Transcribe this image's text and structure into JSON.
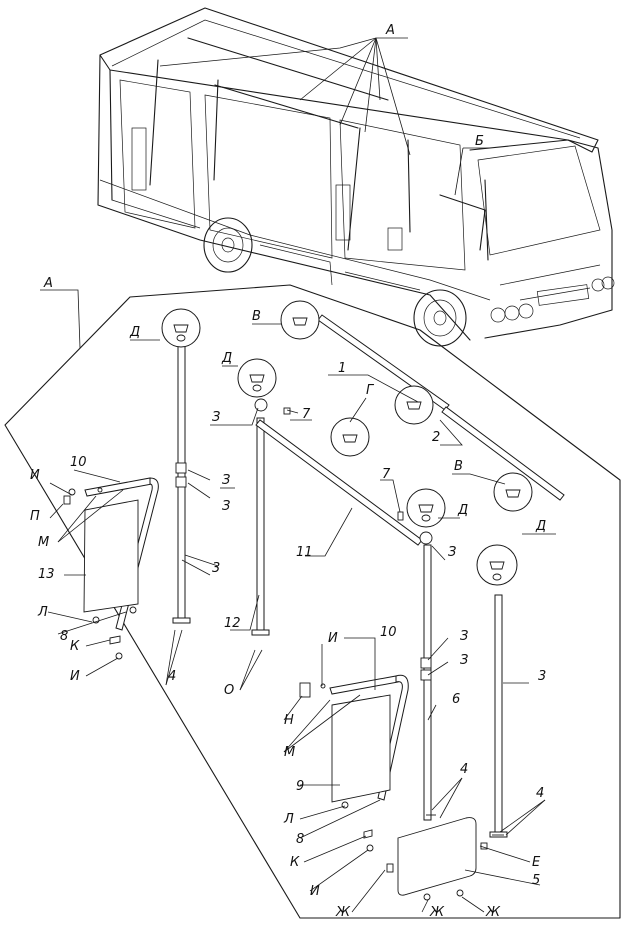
{
  "labels": {
    "A_top": "А",
    "B_top": "Б",
    "A_side": "А",
    "D1": "Д",
    "D2": "Д",
    "D3": "Д",
    "D4": "Д",
    "V1": "В",
    "V2": "В",
    "G": "Г",
    "Z1": "З",
    "Z2": "З",
    "Z3": "З",
    "Z4": "З",
    "Z5": "З",
    "Z6": "З",
    "n7a": "7",
    "n7b": "7",
    "n1": "1",
    "n2": "2",
    "n3a": "3",
    "n3b": "3",
    "n4a": "4",
    "n4b": "4",
    "n4c": "4",
    "n5": "5",
    "n6": "6",
    "n8a": "8",
    "n8b": "8",
    "n9": "9",
    "n10a": "10",
    "n10b": "10",
    "n11": "11",
    "n12": "12",
    "n13": "13",
    "I1": "И",
    "I2": "И",
    "I3": "И",
    "I4": "И",
    "P": "П",
    "M1": "М",
    "M2": "М",
    "L1": "Л",
    "L2": "Л",
    "K1": "К",
    "K2": "К",
    "O": "О",
    "N": "Н",
    "E": "Е",
    "Zh1": "Ж",
    "Zh2": "Ж",
    "Zh3": "Ж"
  }
}
